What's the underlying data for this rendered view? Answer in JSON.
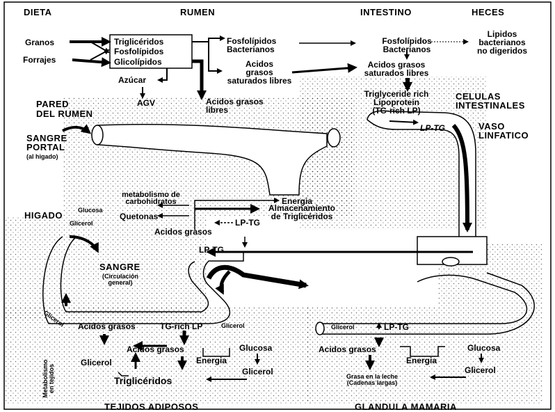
{
  "headers": {
    "dieta": "DIETA",
    "rumen": "RUMEN",
    "intestino": "INTESTINO",
    "heces": "HECES",
    "pared": "PARED\nDEL RUMEN",
    "celulas": "CELULAS\nINTESTINALES",
    "vaso": "VASO\nLINFATICO",
    "sangre_portal": "SANGRE\nPORTAL",
    "al_higado": "(al higado)",
    "higado": "HIGADO",
    "sangre": "SANGRE",
    "circulacion": "(Circulación\ngeneral)",
    "tejidos": "TEJIDOS ADIPOSOS",
    "glandula": "GLANDULA MAMARIA",
    "metabolismo": "Metabolismo\nen tejidos"
  },
  "diet": {
    "granos": "Granos",
    "forrajes": "Forrajes",
    "box": [
      "Triglicéridos",
      "Fosfolípidos",
      "Glicolípidos"
    ]
  },
  "rumen": {
    "fosfo": "Fosfolípidos\nBacterianos",
    "acidos_sat": "Acidos\ngrasos\nsaturados libres",
    "azucar": "Azúcar",
    "agv": "AGV",
    "acidos_libres": "Acidos grasos\nlibres"
  },
  "intestino": {
    "fosfo": "Fosfolípidos\nBacterianos",
    "acidos_sat": "Acidos grasos\nsaturados libres",
    "lipidos": "Lipidos\nbacterianos\nno digeridos",
    "trig_rich": "Triglyceride rich\nLipoprotein\n(TG-rich LP)",
    "lp_tg": "LP-TG"
  },
  "liver": {
    "metab": "metabolismo de\ncarbohidratos",
    "glucosa": "Glucosa",
    "glicerol": "Glicerol",
    "quetonas": "Quetonas",
    "energia": "Energia",
    "almacen": "Almacenamiento\nde Triglicéridos",
    "acidos": "Acidos grasos",
    "lp_tg": "LP-TG"
  },
  "blood": {
    "lp_tg": "LP-TG",
    "glicerol_left": "Glicerol"
  },
  "adipose": {
    "acidos_top": "Acidos grasos",
    "tg_rich": "TG-rich LP",
    "glicerol_top": "Glicerol",
    "acidos": "Acidos grasos",
    "glucosa": "Glucosa",
    "energia": "Energia",
    "glicerol_right": "Glicerol",
    "glicerol_left": "Glicerol",
    "trigliceridos": "Triglicéridos"
  },
  "mammary": {
    "glicerol_top": "Glicerol",
    "lp_tg": "LP-TG",
    "acidos": "Acidos grasos",
    "glucosa": "Glucosa",
    "energia": "Energia",
    "glicerol": "Glicerol",
    "grasa": "Grasa en la leche\n(Cadenas largas)"
  }
}
